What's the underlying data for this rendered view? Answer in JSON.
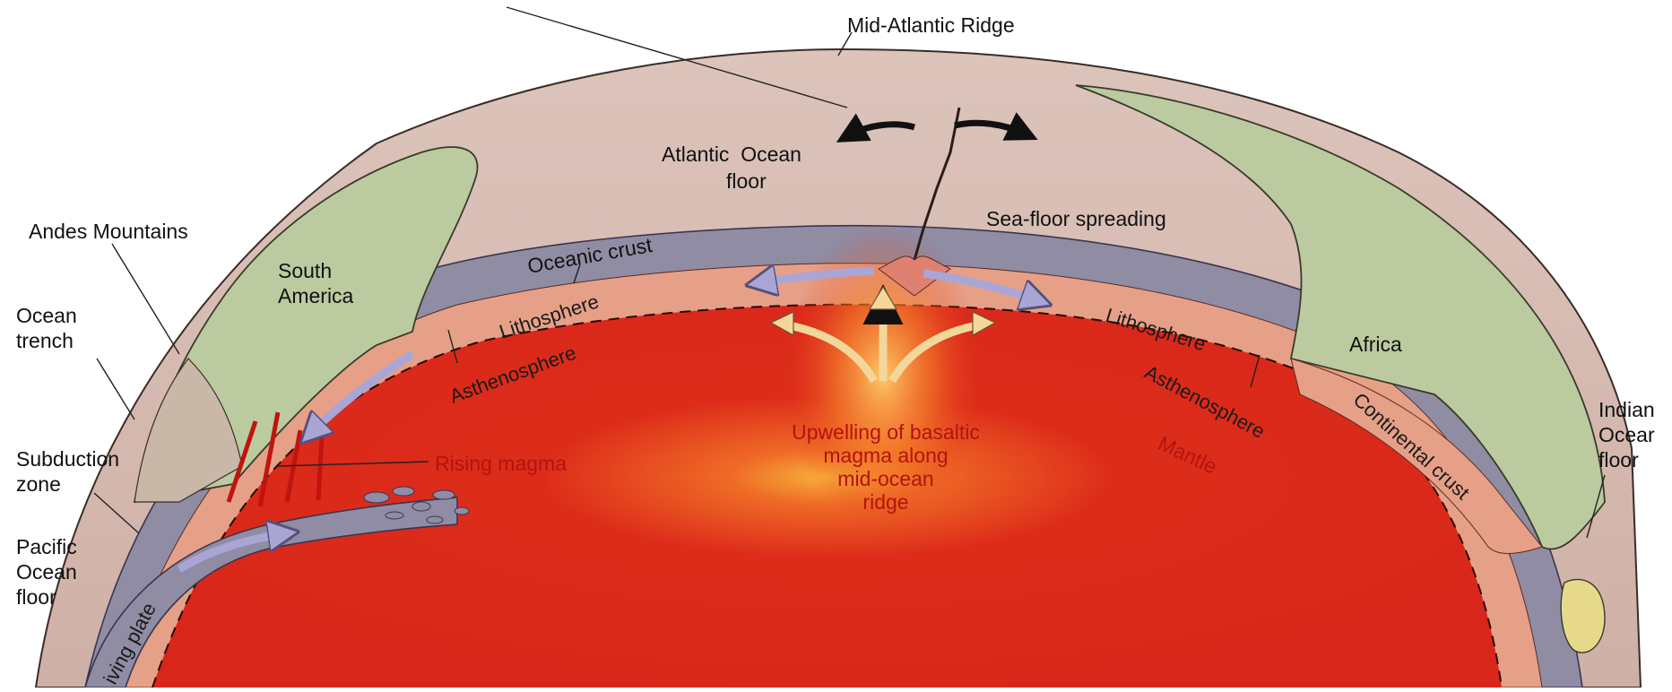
{
  "labels": {
    "mid_atlantic_ridge": "Mid-Atlantic Ridge",
    "atlantic_ocean_floor_1": "Atlantic  Ocean",
    "atlantic_ocean_floor_2": "floor",
    "andes_mountains": "Andes Mountains",
    "sea_floor_spreading": "Sea-floor spreading",
    "oceanic_crust": "Oceanic crust",
    "south_america_1": "South",
    "south_america_2": "America",
    "ocean_trench_1": "Ocean",
    "ocean_trench_2": "trench",
    "lithosphere_left": "Lithosphere",
    "lithosphere_right": "Lithosphere",
    "asthenosphere_left": "Asthenosphere",
    "asthenosphere_right": "Asthenosphere",
    "africa": "Africa",
    "indian_ocean_floor_1": "Indian",
    "indian_ocean_floor_2": "Ocear",
    "indian_ocean_floor_3": "floor",
    "subduction_zone_1": "Subduction",
    "subduction_zone_2": "zone",
    "rising_magma": "Rising magma",
    "upwelling_1": "Upwelling of basaltic",
    "upwelling_2": "magma along",
    "upwelling_3": "mid-ocean",
    "upwelling_4": "ridge",
    "mantle": "Mantle",
    "continental_crust": "Continental crust",
    "pacific_ocean_floor_1": "Pacific",
    "pacific_ocean_floor_2": "Ocean",
    "pacific_ocean_floor_3": "floor",
    "subducting_plate": "iving plate"
  },
  "colors": {
    "mantle": "#d8261a",
    "asthenosphere": "#e6a088",
    "lithosphere": "#8f8ca4",
    "oceanic_crust": "#d8bcb4",
    "continent": "#bccaa0",
    "label_red": "#b3140e",
    "upwelling_arrow": "#f3d79a"
  },
  "icons": {
    "spreading_arrow": "curved-double-arrow-icon",
    "plate_motion_arrow": "lavender-arrow-icon",
    "upwelling_arrow": "yellow-up-arrow-icon"
  }
}
